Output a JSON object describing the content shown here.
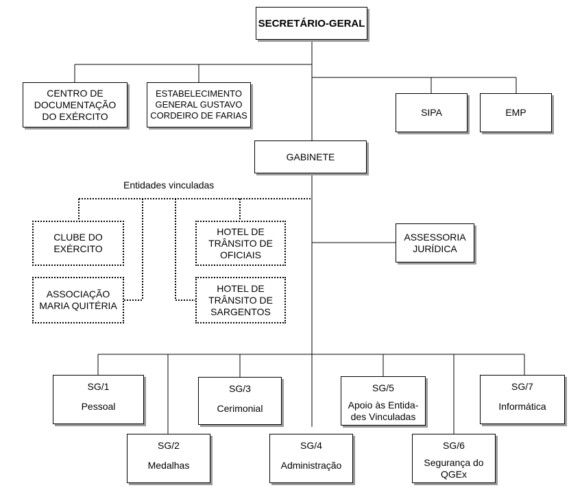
{
  "top": {
    "label": "SECRETÁRIO-GERAL"
  },
  "directs": {
    "cdoc": "CENTRO  DE\nDOCUMENTAÇÃO\nDO  EXÉRCITO",
    "estab": "ESTABELECIMENTO\nGENERAL GUSTAVO\nCORDEIRO DE FARIAS",
    "sipa": "SIPA",
    "emp": "EMP"
  },
  "gabinete": "GABINETE",
  "entidades": {
    "title": "Entidades vinculadas",
    "clube": "CLUBE  DO\nEXÉRCITO",
    "associacao": "ASSOCIAÇÃO\nMARIA QUITÉRIA",
    "hotel_oficiais": "HOTEL  DE\nTRÂNSITO DE\nOFICIAIS",
    "hotel_sargentos": "HOTEL  DE\nTRÂNSITO DE\nSARGENTOS"
  },
  "assessoria": "ASSESSORIA\nJURÍDICA",
  "sections": [
    {
      "code": "SG/1",
      "name": "Pessoal"
    },
    {
      "code": "SG/2",
      "name": "Medalhas"
    },
    {
      "code": "SG/3",
      "name": "Cerimonial"
    },
    {
      "code": "SG/4",
      "name": "Administração"
    },
    {
      "code": "SG/5",
      "name": "Apoio às Entida-\ndes Vinculadas"
    },
    {
      "code": "SG/6",
      "name": "Segurança do\nQGEx"
    },
    {
      "code": "SG/7",
      "name": "Informática"
    }
  ]
}
